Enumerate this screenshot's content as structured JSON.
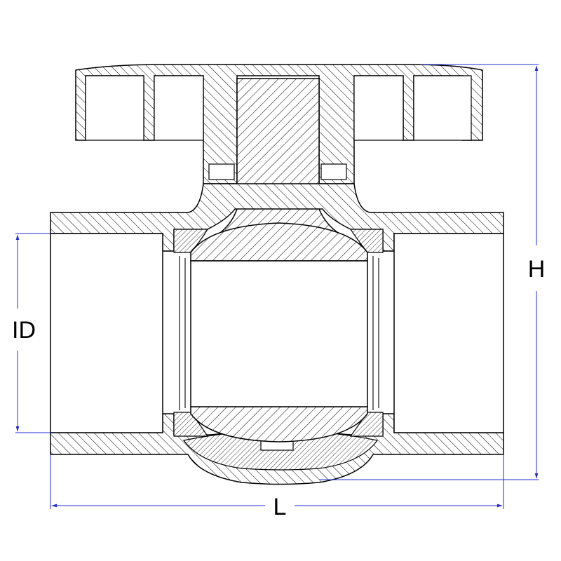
{
  "drawing": {
    "labels": {
      "height": "H",
      "inner_diameter": "ID",
      "length": "L"
    },
    "colors": {
      "outline": "#000000",
      "dimension": "#1f2bd6",
      "background": "#ffffff",
      "hatch": "#000000"
    }
  }
}
